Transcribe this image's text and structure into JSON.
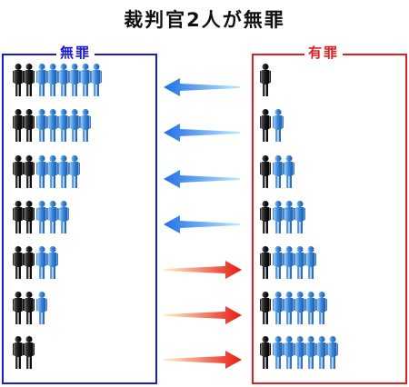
{
  "title": "裁判官2人が無罪",
  "left_panel": {
    "label": "無罪",
    "color": "#1a1ad0"
  },
  "right_panel": {
    "label": "有罪",
    "color": "#e02020"
  },
  "colors": {
    "person_black": "#1a1a1a",
    "person_blue": "#3a86d8",
    "arrow_blue": "#1f6fe6",
    "arrow_red": "#e81a10"
  },
  "rows": [
    {
      "acquit": {
        "black": 2,
        "blue": 6
      },
      "convict": {
        "black": 1,
        "blue": 0
      },
      "arrow": "left"
    },
    {
      "acquit": {
        "black": 2,
        "blue": 5
      },
      "convict": {
        "black": 1,
        "blue": 1
      },
      "arrow": "left"
    },
    {
      "acquit": {
        "black": 2,
        "blue": 4
      },
      "convict": {
        "black": 1,
        "blue": 2
      },
      "arrow": "left"
    },
    {
      "acquit": {
        "black": 2,
        "blue": 3
      },
      "convict": {
        "black": 1,
        "blue": 3
      },
      "arrow": "left"
    },
    {
      "acquit": {
        "black": 2,
        "blue": 2
      },
      "convict": {
        "black": 1,
        "blue": 4
      },
      "arrow": "right"
    },
    {
      "acquit": {
        "black": 2,
        "blue": 1
      },
      "convict": {
        "black": 1,
        "blue": 5
      },
      "arrow": "right"
    },
    {
      "acquit": {
        "black": 2,
        "blue": 0
      },
      "convict": {
        "black": 1,
        "blue": 6
      },
      "arrow": "right"
    }
  ]
}
